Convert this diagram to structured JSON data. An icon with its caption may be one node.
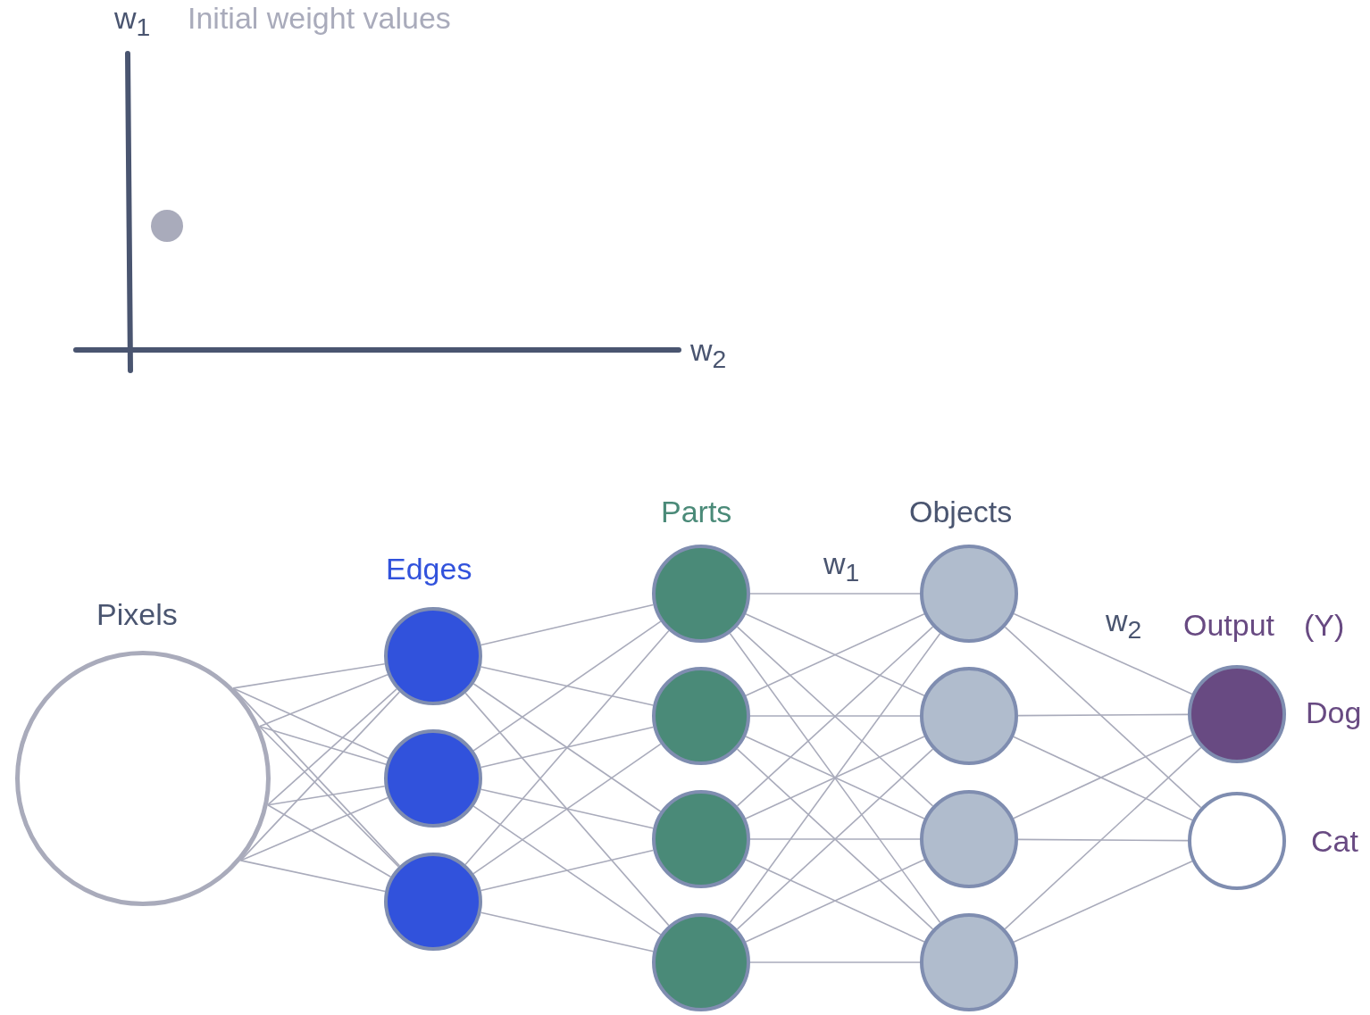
{
  "diagram": {
    "nodes": [
      {
        "text": [],
        "shape": "circle"
      },
      {
        "text": [],
        "shape": "circle"
      },
      {
        "text": [],
        "shape": "circle"
      },
      {
        "text": [],
        "shape": "circle"
      },
      {
        "text": [],
        "shape": "circle"
      },
      {
        "text": [],
        "shape": "circle"
      },
      {
        "text": [],
        "shape": "circle"
      },
      {
        "text": [],
        "shape": "circle"
      },
      {
        "text": [],
        "shape": "circle"
      },
      {
        "text": [],
        "shape": "circle"
      },
      {
        "text": [],
        "shape": "circle"
      },
      {
        "text": [],
        "shape": "circle"
      },
      {
        "text": [],
        "shape": "circle",
        "beside": [
          "Dog"
        ]
      },
      {
        "text": [],
        "shape": "circle",
        "beside": [
          "Cat"
        ]
      }
    ],
    "edges": [
      {
        "from": 0,
        "to": 1,
        "arrow": "none"
      },
      {
        "from": 0,
        "to": 2,
        "arrow": "none"
      },
      {
        "from": 0,
        "to": 3,
        "arrow": "none"
      },
      {
        "from": 0,
        "to": 1,
        "arrow": "none"
      },
      {
        "from": 0,
        "to": 2,
        "arrow": "none"
      },
      {
        "from": 0,
        "to": 3,
        "arrow": "none"
      },
      {
        "from": 0,
        "to": 1,
        "arrow": "none"
      },
      {
        "from": 0,
        "to": 2,
        "arrow": "none"
      },
      {
        "from": 0,
        "to": 3,
        "arrow": "none"
      },
      {
        "from": 0,
        "to": 1,
        "arrow": "none"
      },
      {
        "from": 0,
        "to": 2,
        "arrow": "none"
      },
      {
        "from": 0,
        "to": 3,
        "arrow": "none"
      },
      {
        "from": 1,
        "to": 4,
        "arrow": "none"
      },
      {
        "from": 1,
        "to": 5,
        "arrow": "none"
      },
      {
        "from": 1,
        "to": 6,
        "arrow": "none"
      },
      {
        "from": 1,
        "to": 7,
        "arrow": "none"
      },
      {
        "from": 2,
        "to": 4,
        "arrow": "none"
      },
      {
        "from": 2,
        "to": 5,
        "arrow": "none"
      },
      {
        "from": 2,
        "to": 6,
        "arrow": "none"
      },
      {
        "from": 2,
        "to": 7,
        "arrow": "none"
      },
      {
        "from": 3,
        "to": 4,
        "arrow": "none"
      },
      {
        "from": 3,
        "to": 5,
        "arrow": "none"
      },
      {
        "from": 3,
        "to": 6,
        "arrow": "none"
      },
      {
        "from": 3,
        "to": 7,
        "arrow": "none"
      },
      {
        "from": 4,
        "to": 8,
        "arrow": "none"
      },
      {
        "from": 4,
        "to": 9,
        "arrow": "none"
      },
      {
        "from": 4,
        "to": 10,
        "arrow": "none"
      },
      {
        "from": 4,
        "to": 11,
        "arrow": "none"
      },
      {
        "from": 5,
        "to": 8,
        "arrow": "none"
      },
      {
        "from": 5,
        "to": 9,
        "arrow": "none"
      },
      {
        "from": 5,
        "to": 10,
        "arrow": "none"
      },
      {
        "from": 5,
        "to": 11,
        "arrow": "none"
      },
      {
        "from": 6,
        "to": 8,
        "arrow": "none"
      },
      {
        "from": 6,
        "to": 9,
        "arrow": "none"
      },
      {
        "from": 6,
        "to": 10,
        "arrow": "none"
      },
      {
        "from": 6,
        "to": 11,
        "arrow": "none"
      },
      {
        "from": 7,
        "to": 8,
        "arrow": "none"
      },
      {
        "from": 7,
        "to": 9,
        "arrow": "none"
      },
      {
        "from": 7,
        "to": 10,
        "arrow": "none"
      },
      {
        "from": 7,
        "to": 11,
        "arrow": "none"
      },
      {
        "from": 8,
        "to": 12,
        "arrow": "none"
      },
      {
        "from": 8,
        "to": 13,
        "arrow": "none"
      },
      {
        "from": 9,
        "to": 12,
        "arrow": "none"
      },
      {
        "from": 9,
        "to": 13,
        "arrow": "none"
      },
      {
        "from": 10,
        "to": 12,
        "arrow": "none"
      },
      {
        "from": 10,
        "to": 13,
        "arrow": "none"
      },
      {
        "from": 11,
        "to": 12,
        "arrow": "none"
      },
      {
        "from": 11,
        "to": 13,
        "arrow": "none"
      }
    ],
    "labels": [
      "w$_{1}$",
      "Initial weight values",
      "w$_{2}$",
      "Parts",
      "Objects",
      "Edges",
      "w$_{1}$",
      "Pixels",
      "w$_{2}$",
      "Output",
      "(Y)"
    ]
  }
}
